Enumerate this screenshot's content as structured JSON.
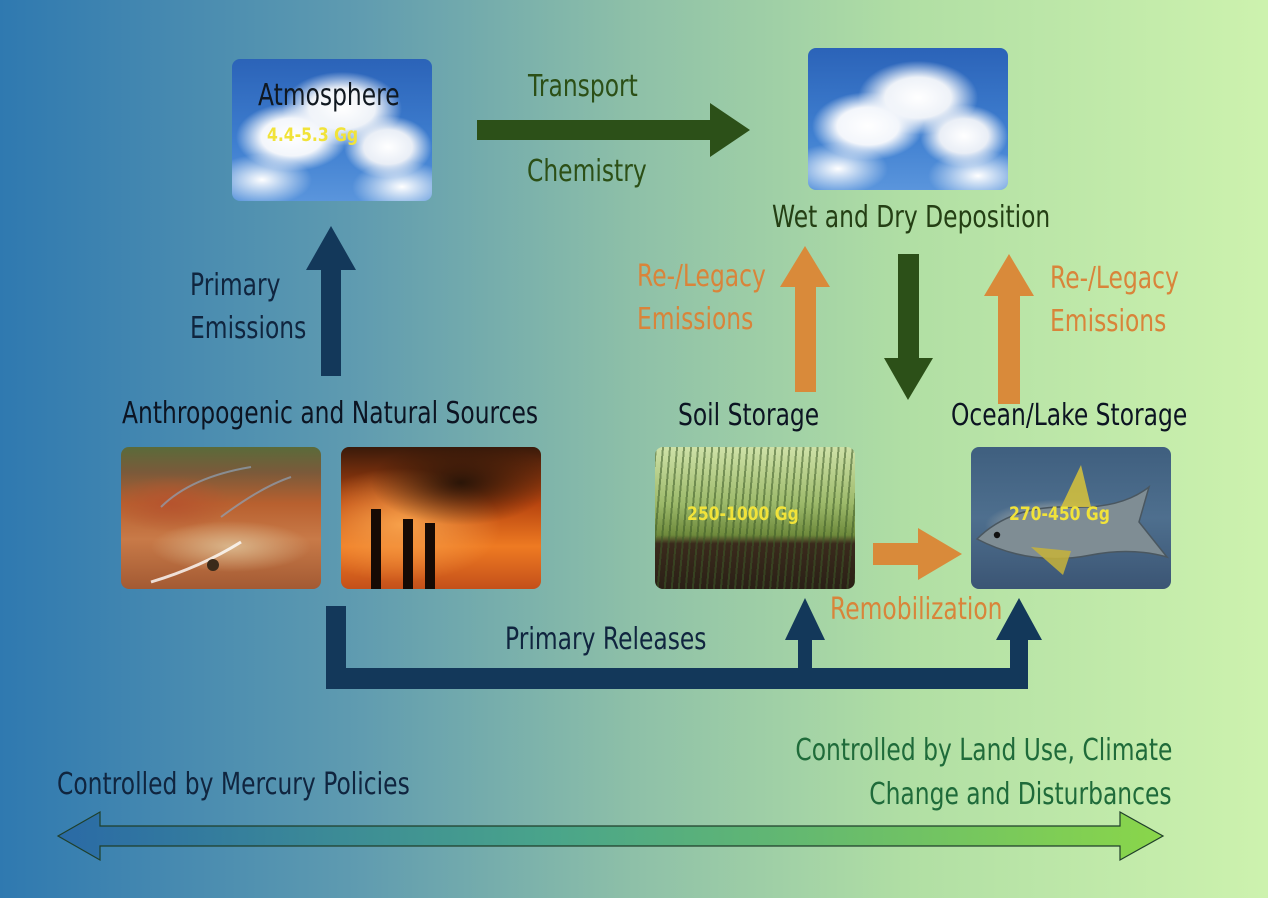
{
  "atmosphere": {
    "title": "Atmosphere",
    "value": "4.4-5.3 Gg"
  },
  "transport": {
    "top": "Transport",
    "bottom": "Chemistry"
  },
  "deposition": {
    "label": "Wet and Dry Deposition"
  },
  "primary_emissions": {
    "line1": "Primary",
    "line2": "Emissions"
  },
  "re_emissions_left": {
    "line1": "Re-/Legacy",
    "line2": "Emissions"
  },
  "re_emissions_right": {
    "line1": "Re-/Legacy",
    "line2": "Emissions"
  },
  "sources": {
    "label": "Anthropogenic and Natural Sources"
  },
  "soil": {
    "label": "Soil Storage",
    "value": "250-1000 Gg"
  },
  "ocean": {
    "label": "Ocean/Lake Storage",
    "value": "270-450 Gg"
  },
  "remobilization": {
    "label": "Remobilization"
  },
  "primary_releases": {
    "label": "Primary Releases"
  },
  "policy_left": {
    "label": "Controlled by Mercury Policies"
  },
  "policy_right": {
    "line1": "Controlled by Land Use, Climate",
    "line2": "Change and Disturbances"
  },
  "colors": {
    "navy_arrow": "#13385a",
    "green_arrow": "#2c5018",
    "orange_arrow": "#d98a3a",
    "value_text": "#f1e33a"
  },
  "icons": {
    "sky": "cloud-photo",
    "mine": "mining-site-photo",
    "factory": "smokestack-photo",
    "soil": "grass-soil-photo",
    "fish": "tuna-photo"
  }
}
